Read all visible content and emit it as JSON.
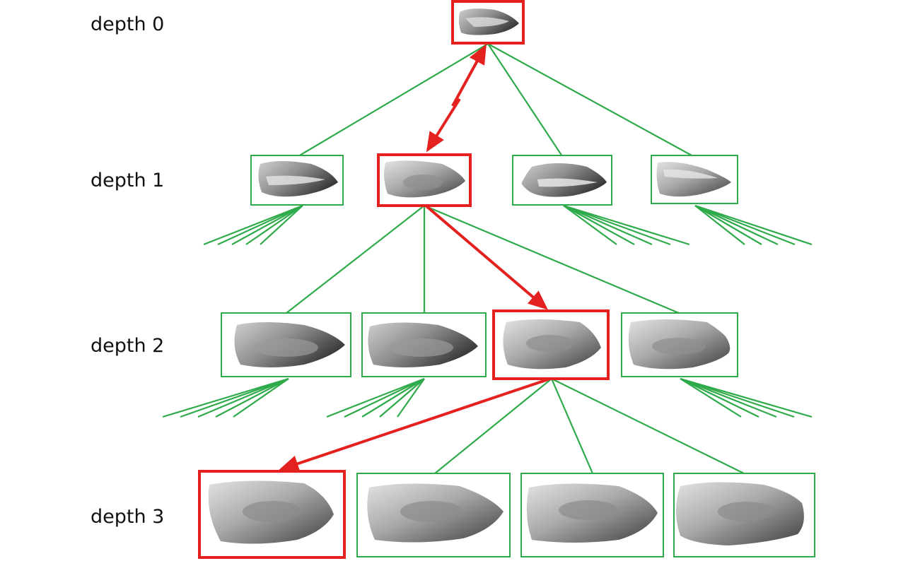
{
  "depth_labels": [
    "depth 0",
    "depth 1",
    "depth 2",
    "depth 3"
  ],
  "colors": {
    "tree_edge": "#2eaa4a",
    "selected_path": "#e4211f",
    "text": "#111111",
    "shape_dark": "#4a4a4a",
    "shape_light": "#dcdcdc"
  },
  "levels": [
    {
      "nodes": 1,
      "selected": 0
    },
    {
      "nodes": 4,
      "selected": 1
    },
    {
      "nodes": 4,
      "selected": 2
    },
    {
      "nodes": 4,
      "selected": 0
    }
  ]
}
